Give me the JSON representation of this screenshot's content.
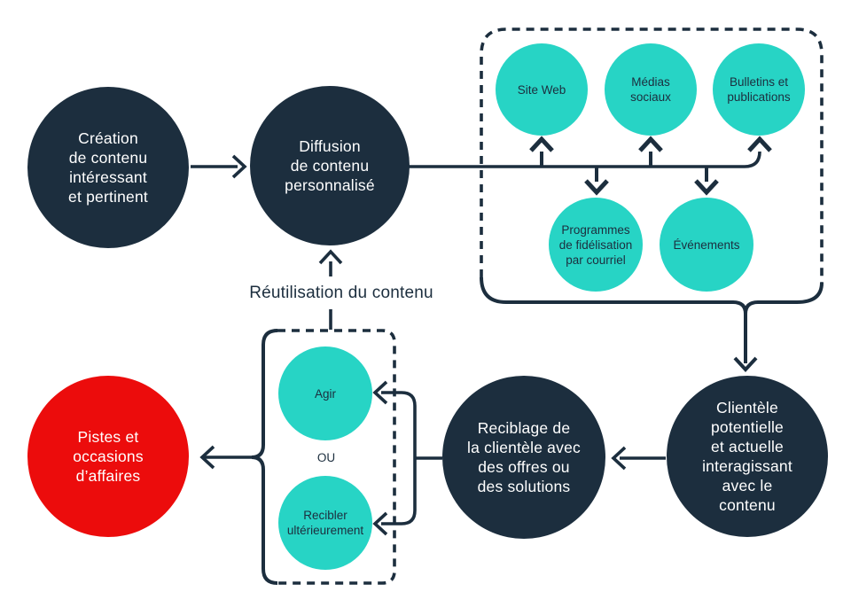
{
  "diagram": {
    "nodes": {
      "creation": {
        "label": "Création\nde contenu\nintéressant\net pertinent"
      },
      "diffusion": {
        "label": "Diffusion\nde contenu\npersonnalisé"
      },
      "site_web": {
        "label": "Site Web"
      },
      "medias": {
        "label": "Médias\nsociaux"
      },
      "bulletins": {
        "label": "Bulletins et\npublications"
      },
      "programmes": {
        "label": "Programmes\nde fidélisation\npar courriel"
      },
      "evenements": {
        "label": "Événements"
      },
      "clientele": {
        "label": "Clientèle\npotentielle\net actuelle\ninteragissant\navec le\ncontenu"
      },
      "reciblage": {
        "label": "Reciblage de\nla clientèle avec\ndes offres ou\ndes solutions"
      },
      "agir": {
        "label": "Agir"
      },
      "recibler": {
        "label": "Recibler\nultérieurement"
      },
      "pistes": {
        "label": "Pistes et\noccasions\nd’affaires"
      }
    },
    "labels": {
      "ou": "OU",
      "reutilisation": "Réutilisation du contenu"
    },
    "colors": {
      "navy": "#1c2e3e",
      "teal": "#27d4c5",
      "red": "#ec0c0c",
      "background": "#ffffff"
    }
  }
}
